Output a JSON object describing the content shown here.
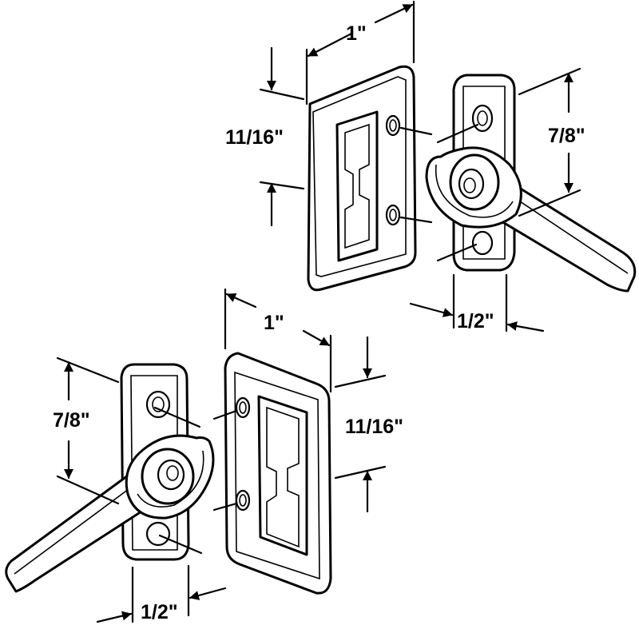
{
  "top_assembly": {
    "dim_width": "1\"",
    "dim_keeper_height": "11/16\"",
    "dim_lever_height": "7/8\"",
    "dim_lever_width": "1/2\""
  },
  "bottom_assembly": {
    "dim_width": "1\"",
    "dim_keeper_height": "11/16\"",
    "dim_lever_height": "7/8\"",
    "dim_lever_width": "1/2\""
  },
  "colors": {
    "line": "#000000",
    "background": "#ffffff"
  }
}
